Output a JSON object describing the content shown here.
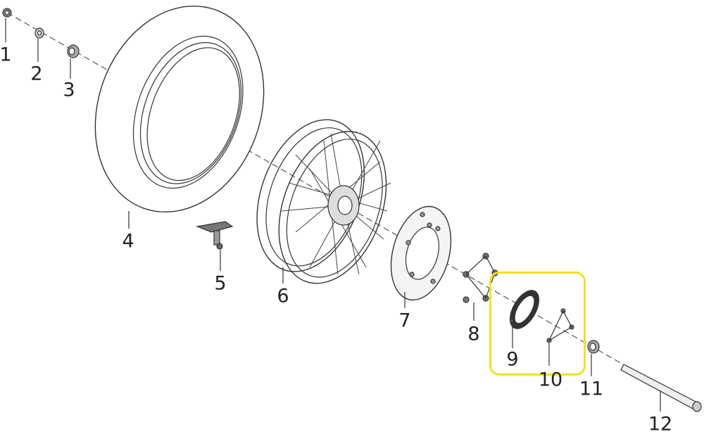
{
  "diagram": {
    "type": "exploded-parts-view",
    "highlight_color": "#f0e21f",
    "callouts": [
      "1",
      "2",
      "3",
      "4",
      "5",
      "6",
      "7",
      "8",
      "9",
      "10",
      "11",
      "12"
    ],
    "highlighted_callouts": [
      "9",
      "10"
    ]
  }
}
